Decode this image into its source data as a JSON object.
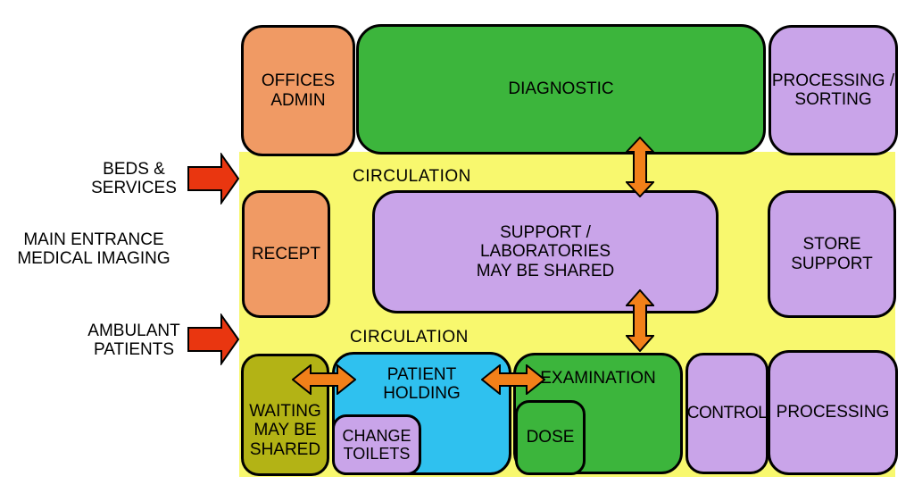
{
  "title": "Medical imaging department functional layout diagram",
  "zones": {
    "offices_admin": {
      "label": "OFFICES\nADMIN"
    },
    "diagnostic": {
      "label": "DIAGNOSTIC"
    },
    "processing_sorting": {
      "label": "PROCESSING /\nSORTING"
    },
    "recept": {
      "label": "RECEPT"
    },
    "support_labs": {
      "label": "SUPPORT /\nLABORATORIES\nMAY BE SHARED"
    },
    "store_support": {
      "label": "STORE\nSUPPORT"
    },
    "waiting": {
      "label": "WAITING\nMAY BE\nSHARED"
    },
    "patient_holding": {
      "label": "PATIENT\nHOLDING"
    },
    "change_toilets": {
      "label": "CHANGE\nTOILETS"
    },
    "examination": {
      "label": "EXAMINATION"
    },
    "dose": {
      "label": "DOSE"
    },
    "control": {
      "label": "CONTROL"
    },
    "processing": {
      "label": "PROCESSING"
    }
  },
  "corridor_labels": {
    "top": "CIRCULATION",
    "bottom": "CIRCULATION"
  },
  "side_labels": {
    "beds_services": "BEDS &\nSERVICES",
    "main_entrance": "MAIN ENTRANCE\nMEDICAL IMAGING",
    "ambulant_patients": "AMBULANT\nPATIENTS"
  },
  "colors": {
    "circulation_bg": "#F8F86E",
    "admin_orange": "#F09A64",
    "clinical_green": "#3CB53C",
    "support_purple": "#C9A4E9",
    "patient_cyan": "#2FC1EF",
    "waiting_olive": "#B3B315",
    "entry_arrow_red": "#E93610",
    "flow_arrow_orange": "#F28019",
    "outline_black": "#000000"
  }
}
